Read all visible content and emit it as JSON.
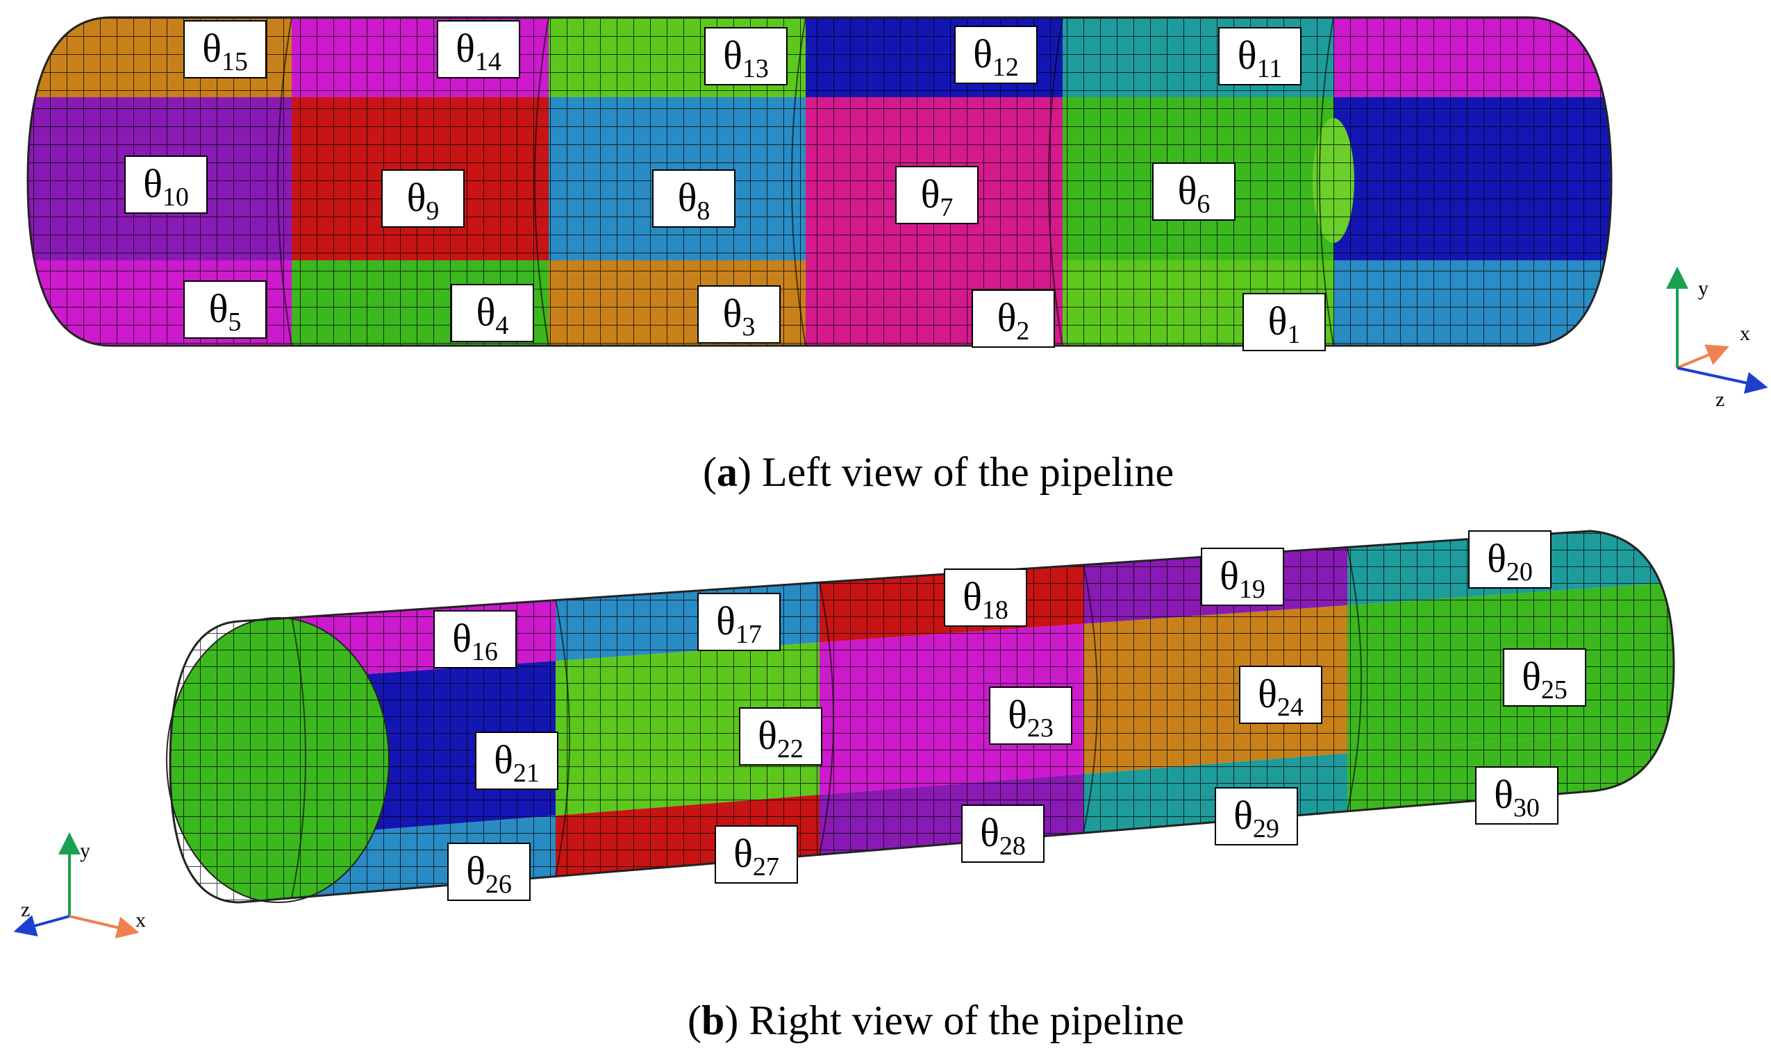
{
  "figure": {
    "panel_a": {
      "caption_letter": "a",
      "caption_text": ") Left view of the pipeline",
      "axes": [
        "y",
        "x",
        "z"
      ],
      "labels": [
        {
          "sym": "θ",
          "sub": "15"
        },
        {
          "sym": "θ",
          "sub": "14"
        },
        {
          "sym": "θ",
          "sub": "13"
        },
        {
          "sym": "θ",
          "sub": "12"
        },
        {
          "sym": "θ",
          "sub": "11"
        },
        {
          "sym": "θ",
          "sub": "10"
        },
        {
          "sym": "θ",
          "sub": "9"
        },
        {
          "sym": "θ",
          "sub": "8"
        },
        {
          "sym": "θ",
          "sub": "7"
        },
        {
          "sym": "θ",
          "sub": "6"
        },
        {
          "sym": "θ",
          "sub": "5"
        },
        {
          "sym": "θ",
          "sub": "4"
        },
        {
          "sym": "θ",
          "sub": "3"
        },
        {
          "sym": "θ",
          "sub": "2"
        },
        {
          "sym": "θ",
          "sub": "1"
        }
      ]
    },
    "panel_b": {
      "caption_letter": "b",
      "caption_text": ") Right view of the pipeline",
      "axes": [
        "y",
        "z",
        "x"
      ],
      "labels": [
        {
          "sym": "θ",
          "sub": "16"
        },
        {
          "sym": "θ",
          "sub": "17"
        },
        {
          "sym": "θ",
          "sub": "18"
        },
        {
          "sym": "θ",
          "sub": "19"
        },
        {
          "sym": "θ",
          "sub": "20"
        },
        {
          "sym": "θ",
          "sub": "21"
        },
        {
          "sym": "θ",
          "sub": "22"
        },
        {
          "sym": "θ",
          "sub": "23"
        },
        {
          "sym": "θ",
          "sub": "24"
        },
        {
          "sym": "θ",
          "sub": "25"
        },
        {
          "sym": "θ",
          "sub": "26"
        },
        {
          "sym": "θ",
          "sub": "27"
        },
        {
          "sym": "θ",
          "sub": "28"
        },
        {
          "sym": "θ",
          "sub": "29"
        },
        {
          "sym": "θ",
          "sub": "30"
        }
      ]
    },
    "colors": {
      "orange": "#c8811a",
      "magenta": "#cc1acc",
      "green": "#3cb81e",
      "blue": "#1416b4",
      "teal": "#1e9c9c",
      "purple": "#8a1ab4",
      "red": "#c81414",
      "cyan": "#2a8cc4",
      "pink": "#d41a8c",
      "ltgreen": "#5cc81e",
      "mesh": "#000000"
    },
    "panel_a_colors": {
      "top": [
        "orange",
        "magenta",
        "ltgreen",
        "blue",
        "teal"
      ],
      "mid": [
        "purple",
        "red",
        "cyan",
        "pink",
        "green"
      ],
      "bot": [
        "magenta",
        "green",
        "orange",
        "pink",
        "ltgreen"
      ],
      "end": [
        "magenta",
        "blue",
        "cyan"
      ]
    },
    "panel_b_colors": {
      "top": [
        "magenta",
        "cyan",
        "red",
        "purple",
        "teal"
      ],
      "mid": [
        "blue",
        "ltgreen",
        "magenta",
        "orange",
        "green"
      ],
      "bot": [
        "cyan",
        "red",
        "purple",
        "teal",
        "green"
      ]
    }
  }
}
